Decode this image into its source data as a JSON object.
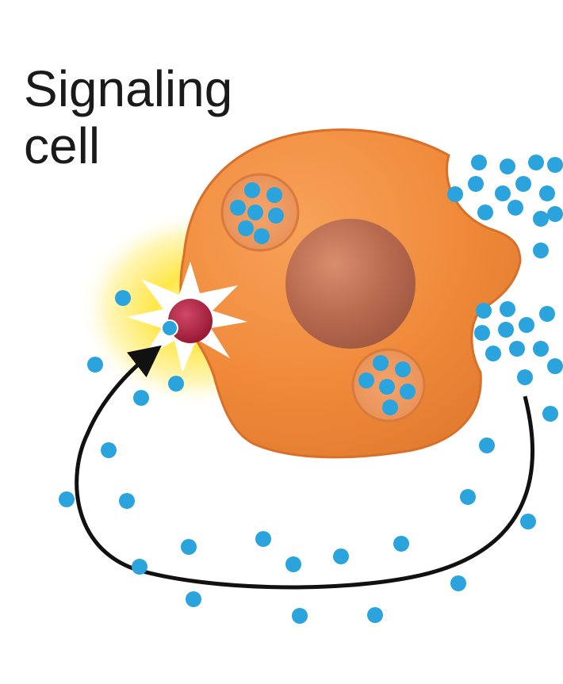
{
  "title_lines": [
    "Signaling",
    "cell"
  ],
  "colors": {
    "cell_body": "#f08a3a",
    "cell_edge": "#d8702a",
    "nucleus": "#b86a4f",
    "receptor": "#b5203f",
    "glow": "#ffe640",
    "signal_molecule": "#2ba3dc",
    "arrow": "#111111"
  },
  "icons": [
    "secretory-vesicle",
    "nucleus",
    "receptor",
    "signal-molecule",
    "curved-arrow"
  ]
}
